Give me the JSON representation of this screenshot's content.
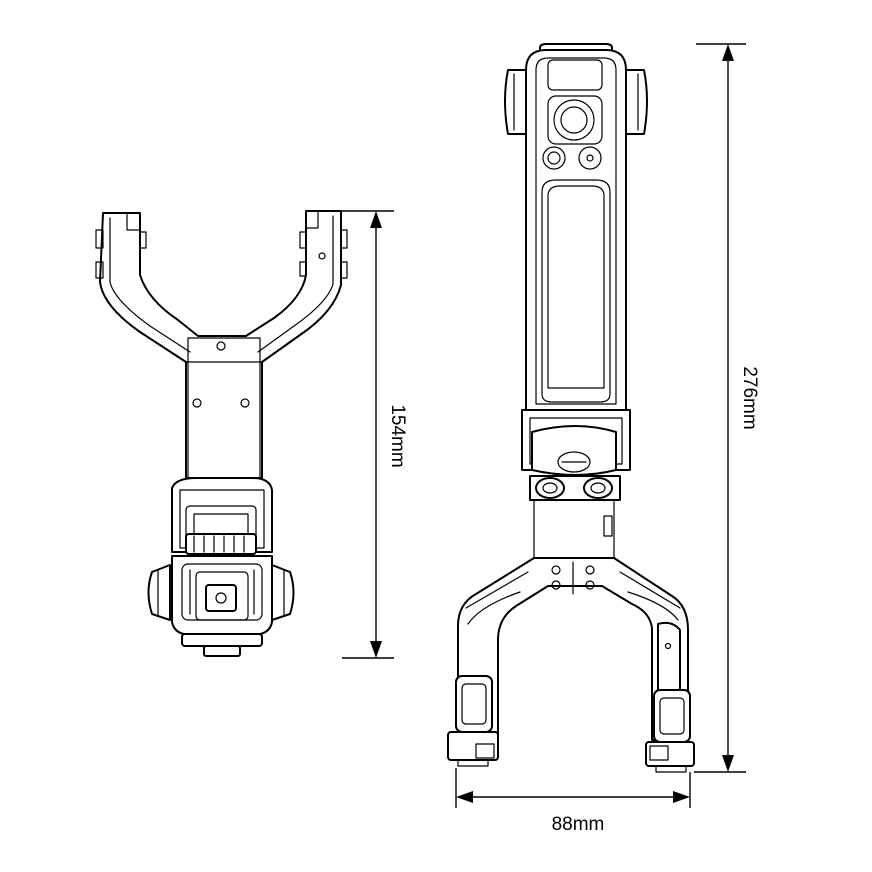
{
  "dimensions": {
    "height_left": "154mm",
    "height_right": "276mm",
    "width_bottom": "88mm"
  },
  "colors": {
    "line": "#000000",
    "background": "#ffffff"
  }
}
